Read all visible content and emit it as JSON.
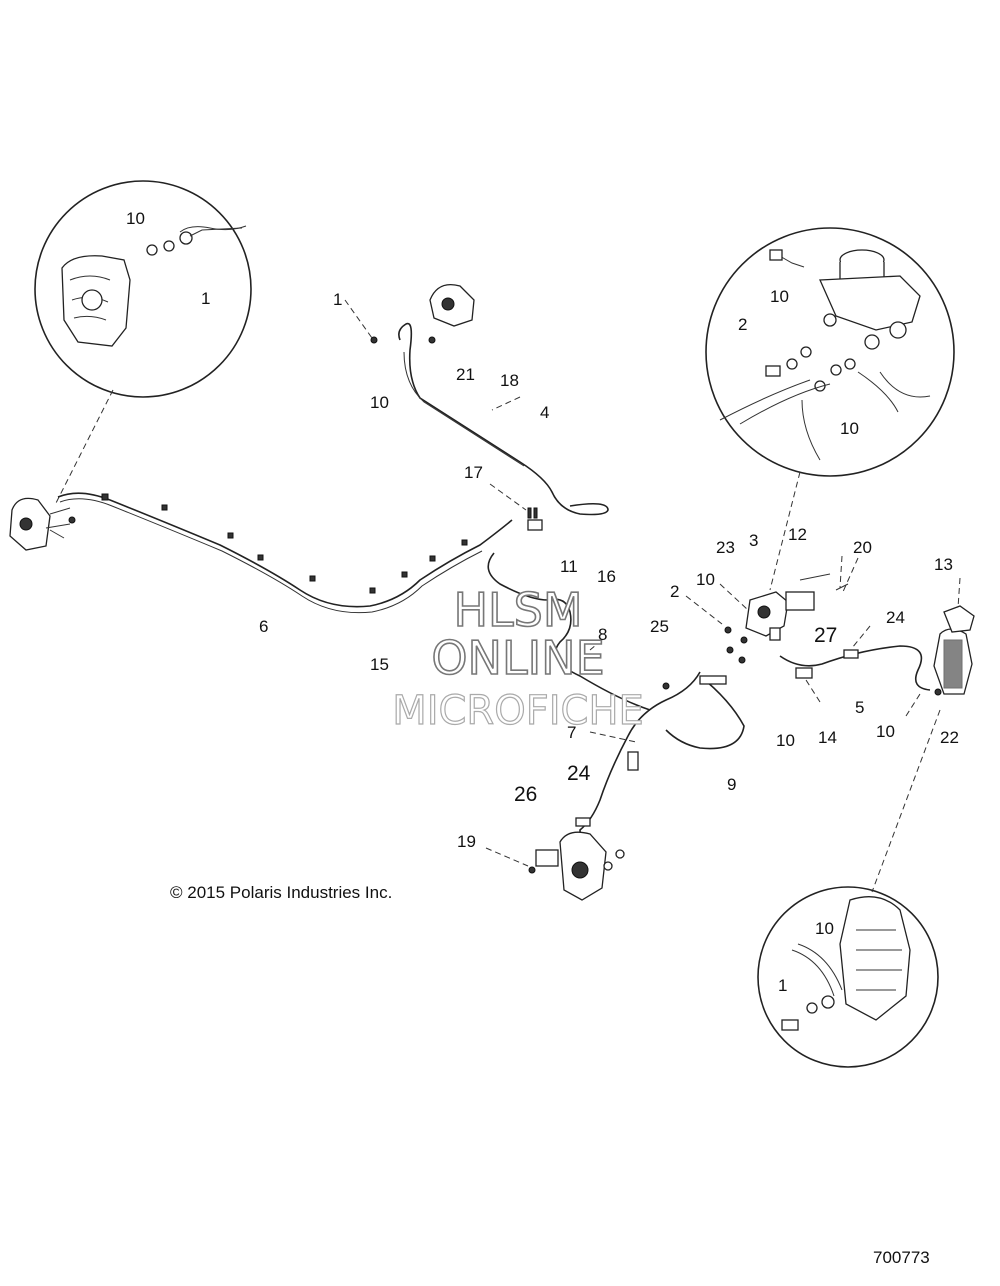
{
  "copyright": "© 2015 Polaris Industries Inc.",
  "figure_number": "700773",
  "watermark": {
    "line1": "HLSM",
    "line2": "ONLINE",
    "line3": "MICROFICHE"
  },
  "callouts": {
    "c01": "10",
    "c02": "1",
    "c03": "1",
    "c04": "21",
    "c05": "10",
    "c06": "18",
    "c07": "4",
    "c08": "17",
    "c09": "11",
    "c10": "16",
    "c11": "6",
    "c12": "15",
    "c13": "2",
    "c14": "10",
    "c15": "10",
    "c16": "23",
    "c17": "3",
    "c18": "12",
    "c19": "20",
    "c20": "13",
    "c21": "2",
    "c22": "10",
    "c23": "8",
    "c24": "25",
    "c25": "24",
    "c26": "27",
    "c27": "10",
    "c28": "14",
    "c29": "5",
    "c30": "10",
    "c31": "22",
    "c32": "7",
    "c33": "9",
    "c34": "24",
    "c35": "26",
    "c36": "19",
    "c37": "10",
    "c38": "1"
  }
}
